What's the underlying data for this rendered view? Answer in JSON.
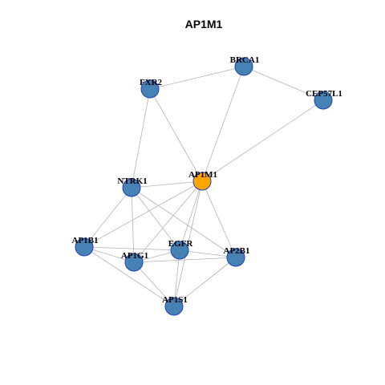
{
  "graph": {
    "title": "AP1M1",
    "colors": {
      "node_default": "#4682b4",
      "node_highlight": "#ffa500",
      "node_border": "#1f3fbf",
      "edge": "#b3b3b3"
    },
    "nodes": [
      {
        "id": "BRCA1",
        "label": "BRCA1",
        "highlight": false
      },
      {
        "id": "FXR2",
        "label": "FXR2",
        "highlight": false
      },
      {
        "id": "CEP57L1",
        "label": "CEP57L1",
        "highlight": false
      },
      {
        "id": "NTRK1",
        "label": "NTRK1",
        "highlight": false
      },
      {
        "id": "AP1M1",
        "label": "AP1M1",
        "highlight": true
      },
      {
        "id": "AP1B1",
        "label": "AP1B1",
        "highlight": false
      },
      {
        "id": "EGFR",
        "label": "EGFR",
        "highlight": false
      },
      {
        "id": "AP2B1",
        "label": "AP2B1",
        "highlight": false
      },
      {
        "id": "AP1G1",
        "label": "AP1G1",
        "highlight": false
      },
      {
        "id": "AP1S1",
        "label": "AP1S1",
        "highlight": false
      }
    ],
    "edges": [
      [
        "FXR2",
        "BRCA1"
      ],
      [
        "BRCA1",
        "CEP57L1"
      ],
      [
        "BRCA1",
        "AP1M1"
      ],
      [
        "CEP57L1",
        "AP1M1"
      ],
      [
        "FXR2",
        "AP1M1"
      ],
      [
        "FXR2",
        "NTRK1"
      ],
      [
        "NTRK1",
        "AP1M1"
      ],
      [
        "NTRK1",
        "AP1B1"
      ],
      [
        "NTRK1",
        "AP1G1"
      ],
      [
        "NTRK1",
        "EGFR"
      ],
      [
        "NTRK1",
        "AP2B1"
      ],
      [
        "AP1M1",
        "AP1B1"
      ],
      [
        "AP1M1",
        "AP1G1"
      ],
      [
        "AP1M1",
        "EGFR"
      ],
      [
        "AP1M1",
        "AP2B1"
      ],
      [
        "AP1M1",
        "AP1S1"
      ],
      [
        "AP1B1",
        "EGFR"
      ],
      [
        "AP1B1",
        "AP1G1"
      ],
      [
        "AP1B1",
        "AP1S1"
      ],
      [
        "AP1G1",
        "EGFR"
      ],
      [
        "AP1G1",
        "AP2B1"
      ],
      [
        "AP1G1",
        "AP1S1"
      ],
      [
        "EGFR",
        "AP2B1"
      ],
      [
        "EGFR",
        "AP1S1"
      ],
      [
        "AP2B1",
        "AP1S1"
      ]
    ]
  }
}
